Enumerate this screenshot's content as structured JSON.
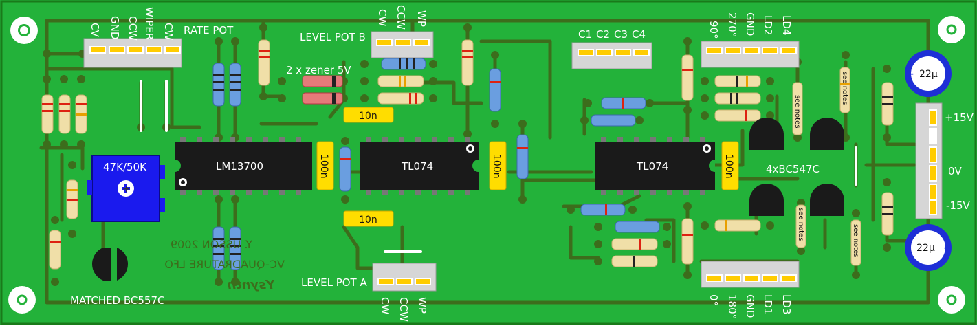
{
  "colors": {
    "board": "#23b23a",
    "trace": "#3c6d1c",
    "ic": "#1a1a1a",
    "header": "#d6d6d6",
    "pin": "#ffcc00",
    "cap_label": "#ffdd00",
    "pot": "#1a1aee",
    "ecap": "#1e2fd6"
  },
  "header_labels": {
    "cv": "CV",
    "gnd_a": "GND",
    "ccw_a": "CCW",
    "wiper": "WIPER",
    "cw_a": "CW",
    "rate_pot": "RATE POT",
    "level_pot_b": "LEVEL POT B",
    "b_cw": "CW",
    "b_ccw": "CCW",
    "b_wp": "WP",
    "c1": "C1",
    "c2": "C2",
    "c3": "C3",
    "c4": "C4",
    "deg90": "90°",
    "deg270": "270°",
    "gnd_top": "GND",
    "ld2": "LD2",
    "ld4": "LD4",
    "deg0": "0°",
    "deg180": "180°",
    "gnd_bot": "GND",
    "ld1": "LD1",
    "ld3": "LD3",
    "level_pot_a": "LEVEL POT A",
    "a_cw": "CW",
    "a_ccw": "CCW",
    "a_wp": "WP",
    "p15": "+15V",
    "zero": "0V",
    "m15": "-15V"
  },
  "components": {
    "ic1": "LM13700",
    "ic2": "TL074",
    "ic3": "TL074",
    "c_100n": "100n",
    "c_10n": "10n",
    "zener": "2 x zener 5V",
    "pot": "47K/50K",
    "ecap": "22µ",
    "transistors": "4xBC547C",
    "matched": "MATCHED BC557C",
    "see_notes": "see notes"
  },
  "silkscreen": {
    "author": "Y. USSON 2009",
    "name": "VC-QUADRATURE LFO",
    "brand": "Ysynth"
  }
}
